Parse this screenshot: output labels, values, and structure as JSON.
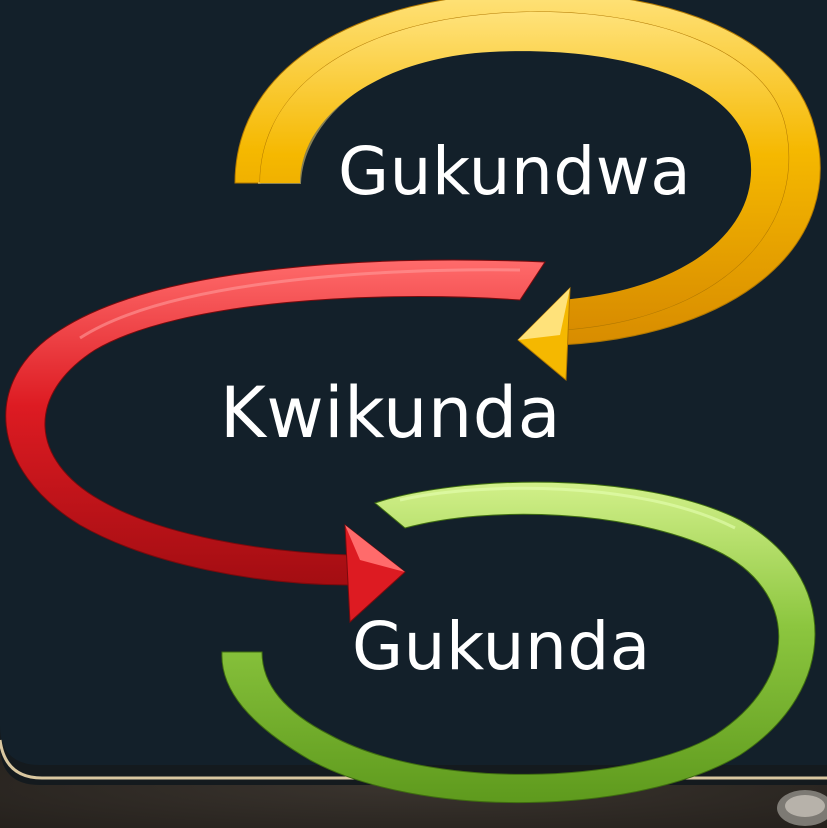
{
  "diagram": {
    "labels": {
      "top": "Gukundwa",
      "middle": "Kwikunda",
      "bottom": "Gukunda"
    },
    "colors": {
      "background": "#13202a",
      "frame": "#2a2622",
      "frame_border": "#d9c7a0",
      "arrow_top": "#f2b705",
      "arrow_middle": "#d8191f",
      "arrow_bottom": "#8cc63f"
    }
  }
}
